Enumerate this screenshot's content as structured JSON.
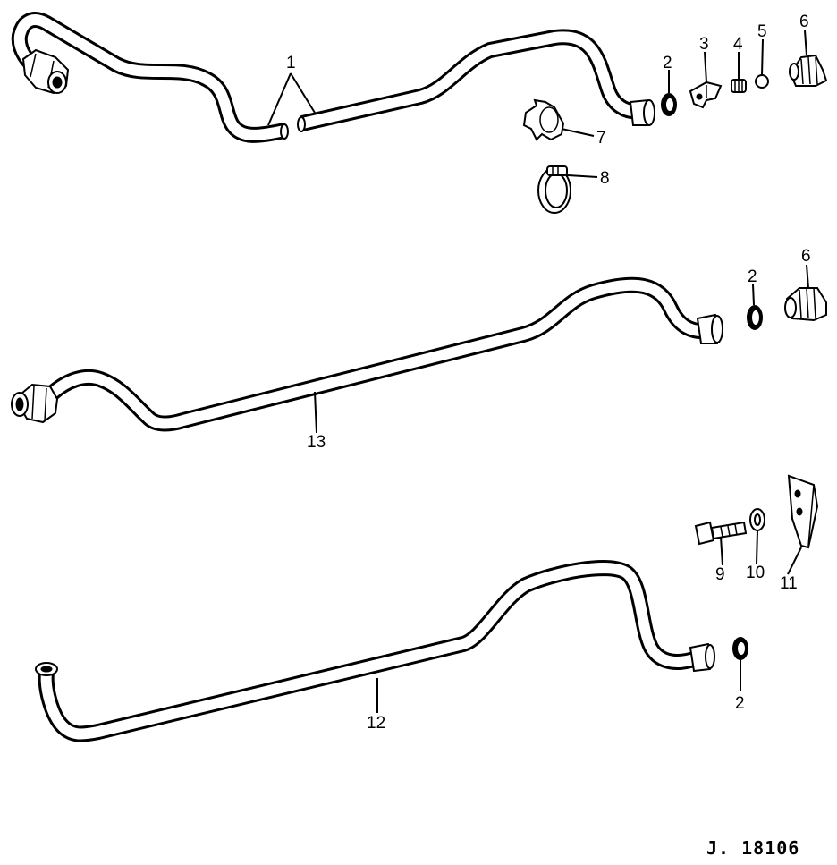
{
  "callouts": {
    "c1": "1",
    "c2a": "2",
    "c2b": "2",
    "c2c": "2",
    "c3": "3",
    "c4": "4",
    "c5": "5",
    "c6a": "6",
    "c6b": "6",
    "c7": "7",
    "c8": "8",
    "c9": "9",
    "c10": "10",
    "c11": "11",
    "c12": "12",
    "c13": "13"
  },
  "reference": "J. 18106"
}
